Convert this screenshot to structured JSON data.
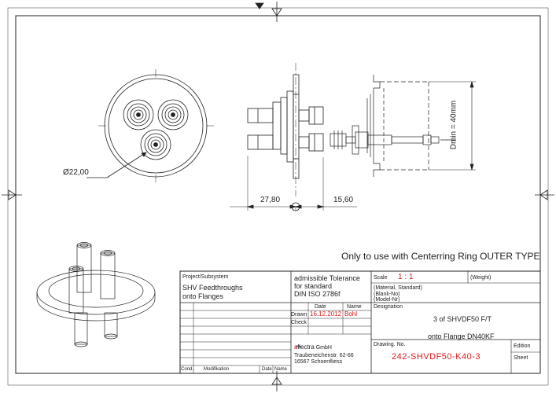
{
  "drawing": {
    "note": "Only to use with Centerring Ring OUTER TYPE",
    "dimensions": {
      "diameter": "Ø22,00",
      "left_length": "27,80",
      "right_length": "15,60",
      "dmin": "Dmin = 40mm"
    }
  },
  "title_block": {
    "project_label": "Project/Subsystem",
    "project_line1": "SHV Feedthroughs",
    "project_line2": "onto Flanges",
    "tolerance_line1": "admissible Tolerance",
    "tolerance_line2": "for standard",
    "tolerance_line3": "DIN ISO 2786f",
    "scale_label": "Scale",
    "scale_value": "1 : 1",
    "weight_label": "(Weight)",
    "material_label": "(Material, Standard)",
    "blank_label": "(Blank-No)",
    "model_label": "(Model-Nr)",
    "date_header": "Date",
    "name_header": "Name",
    "drawn_label": "Drawn",
    "drawn_date": "16.12.2012",
    "drawn_name": "Bohl",
    "check_label": "Check",
    "designation_label": "Designation",
    "designation_line1": "3 of SHVDF50 F/T",
    "designation_line2": "onto Flange DN40KF",
    "company_name_a": "a",
    "company_name_b": "llectra",
    "company_suffix": " GmbH",
    "company_street": "Traubeneichenstr. 62-66",
    "company_city": "16567 Schoenfliess",
    "drawing_no_label": "Drawing. No.",
    "drawing_no": "242-SHVDF50-K40-3",
    "edition_label": "Edition",
    "sheet_label": "Sheet",
    "cond_label": "Cond.",
    "modification_label": "Modifikation",
    "date_label": "Date",
    "name_label": "Name"
  }
}
